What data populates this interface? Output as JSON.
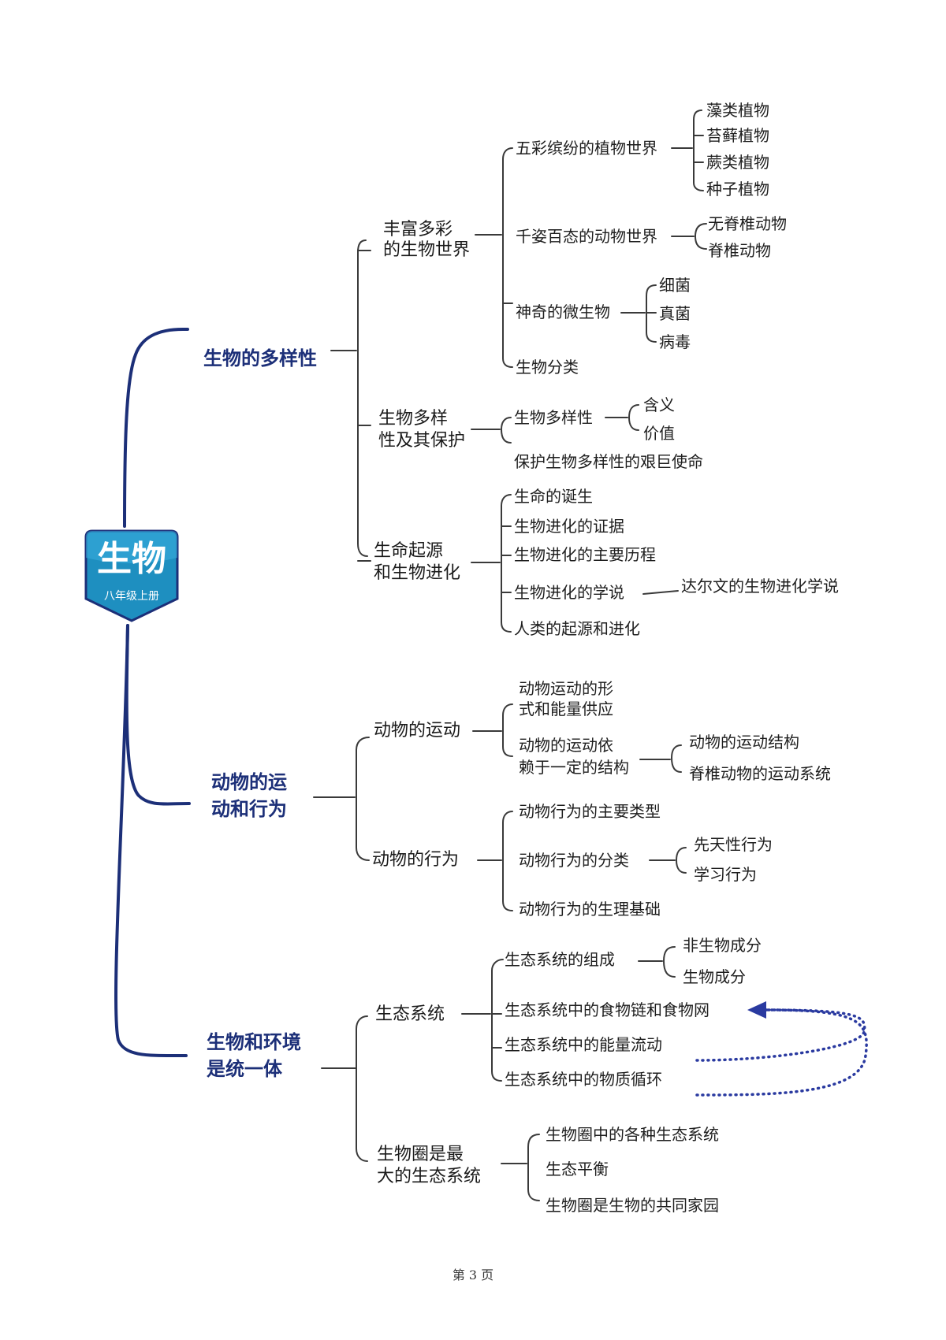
{
  "root": {
    "title": "生物",
    "subtitle": "八年级上册"
  },
  "units": {
    "u1": {
      "label": "生物的多样性",
      "c1": {
        "label": "丰富多彩\n的生物世界",
        "plants": {
          "label": "五彩缤纷的植物世界",
          "items": [
            "藻类植物",
            "苔藓植物",
            "蕨类植物",
            "种子植物"
          ]
        },
        "animals": {
          "label": "千姿百态的动物世界",
          "items": [
            "无脊椎动物",
            "脊椎动物"
          ]
        },
        "microbes": {
          "label": "神奇的微生物",
          "items": [
            "细菌",
            "真菌",
            "病毒"
          ]
        },
        "classify": "生物分类"
      },
      "c2": {
        "label": "生物多样\n性及其保护",
        "diversity": {
          "label": "生物多样性",
          "items": [
            "含义",
            "价值"
          ]
        },
        "mission": "保护生物多样性的艰巨使命"
      },
      "c3": {
        "label": "生命起源\n和生物进化",
        "items": [
          "生命的诞生",
          "生物进化的证据",
          "生物进化的主要历程",
          "生物进化的学说",
          "人类的起源和进化"
        ],
        "darwin": "达尔文的生物进化学说"
      }
    },
    "u2": {
      "label": "动物的运\n动和行为",
      "c1": {
        "label": "动物的运动",
        "form": "动物运动的形\n式和能量供应",
        "structure": {
          "label": "动物的运动依\n赖于一定的结构",
          "items": [
            "动物的运动结构",
            "脊椎动物的运动系统"
          ]
        }
      },
      "c2": {
        "label": "动物的行为",
        "types": "动物行为的主要类型",
        "classify": {
          "label": "动物行为的分类",
          "items": [
            "先天性行为",
            "学习行为"
          ]
        },
        "basis": "动物行为的生理基础"
      }
    },
    "u3": {
      "label": "生物和环境\n是统一体",
      "c1": {
        "label": "生态系统",
        "composition": {
          "label": "生态系统的组成",
          "items": [
            "非生物成分",
            "生物成分"
          ]
        },
        "foodweb": "生态系统中的食物链和食物网",
        "energy": "生态系统中的能量流动",
        "matter": "生态系统中的物质循环"
      },
      "c2": {
        "label": "生物圈是最\n大的生态系统",
        "items": [
          "生物圈中的各种生态系统",
          "生态平衡",
          "生物圈是生物的共同家园"
        ]
      }
    }
  },
  "page_number": "第 3 页",
  "colors": {
    "accent": "#1c2f78",
    "root_fill": "#1e8fc0",
    "line": "#3a3a3a",
    "arrow": "#2a3aa0"
  }
}
